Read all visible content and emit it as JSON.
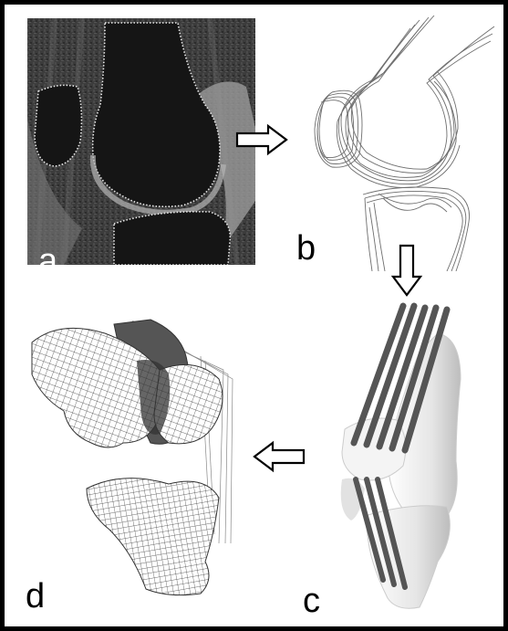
{
  "panels": {
    "a": {
      "label": "a"
    },
    "b": {
      "label": "b"
    },
    "c": {
      "label": "c"
    },
    "d": {
      "label": "d"
    }
  },
  "colors": {
    "frame": "#000000",
    "mri_background": "#3a3a3a",
    "bone_dark": "#151515",
    "outline_dots": "#e8e8e8",
    "contour_lines": "#555555",
    "ligament_rods": "#555555",
    "bone_surface": "#eeeeee",
    "mesh_lines": "#444444"
  },
  "arrows": [
    "right-arrow",
    "down-arrow",
    "left-arrow"
  ]
}
